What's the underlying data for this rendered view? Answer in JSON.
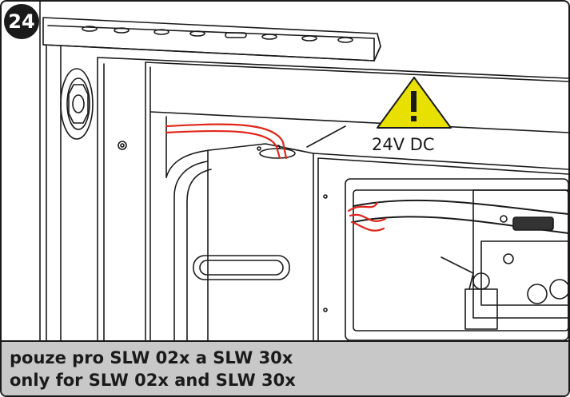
{
  "step": {
    "number": "24"
  },
  "warning": {
    "icon": "warning-triangle-icon",
    "voltage": "24V DC",
    "color": "#e8e000"
  },
  "cable": {
    "color": "#e0261b"
  },
  "caption": {
    "line_cz": "pouze pro SLW 02x a SLW 30x",
    "line_en": "only for SLW 02x and SLW 30x",
    "background": "#c8c8c8"
  }
}
